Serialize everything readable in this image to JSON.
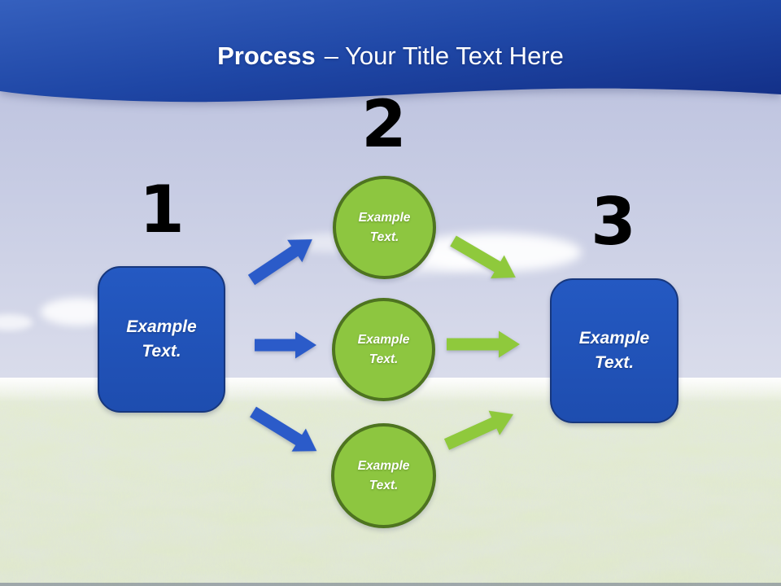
{
  "title": {
    "bold": "Process",
    "rest": "– Your Title Text Here"
  },
  "steps": {
    "one": {
      "number": "1",
      "shape": "rounded-rectangle"
    },
    "two": {
      "number": "2",
      "shape": "circle-group"
    },
    "three": {
      "number": "3",
      "shape": "rounded-rectangle"
    }
  },
  "left_box": {
    "line1": "Example",
    "line2": "Text."
  },
  "right_box": {
    "line1": "Example",
    "line2": "Text."
  },
  "circles": [
    {
      "line1": "Example",
      "line2": "Text."
    },
    {
      "line1": "Example",
      "line2": "Text."
    },
    {
      "line1": "Example",
      "line2": "Text."
    }
  ],
  "colors": {
    "arrow_blue": "#2B5BC9",
    "arrow_green": "#8FC93C",
    "box_blue": "#2154B8",
    "box_border": "#17377D",
    "circle_green": "#8DC640",
    "circle_border": "#4E7420",
    "header_gradient_start": "#3560BE",
    "header_gradient_end": "#122E86",
    "number_color": "#000000",
    "title_color": "#FFFFFF"
  }
}
